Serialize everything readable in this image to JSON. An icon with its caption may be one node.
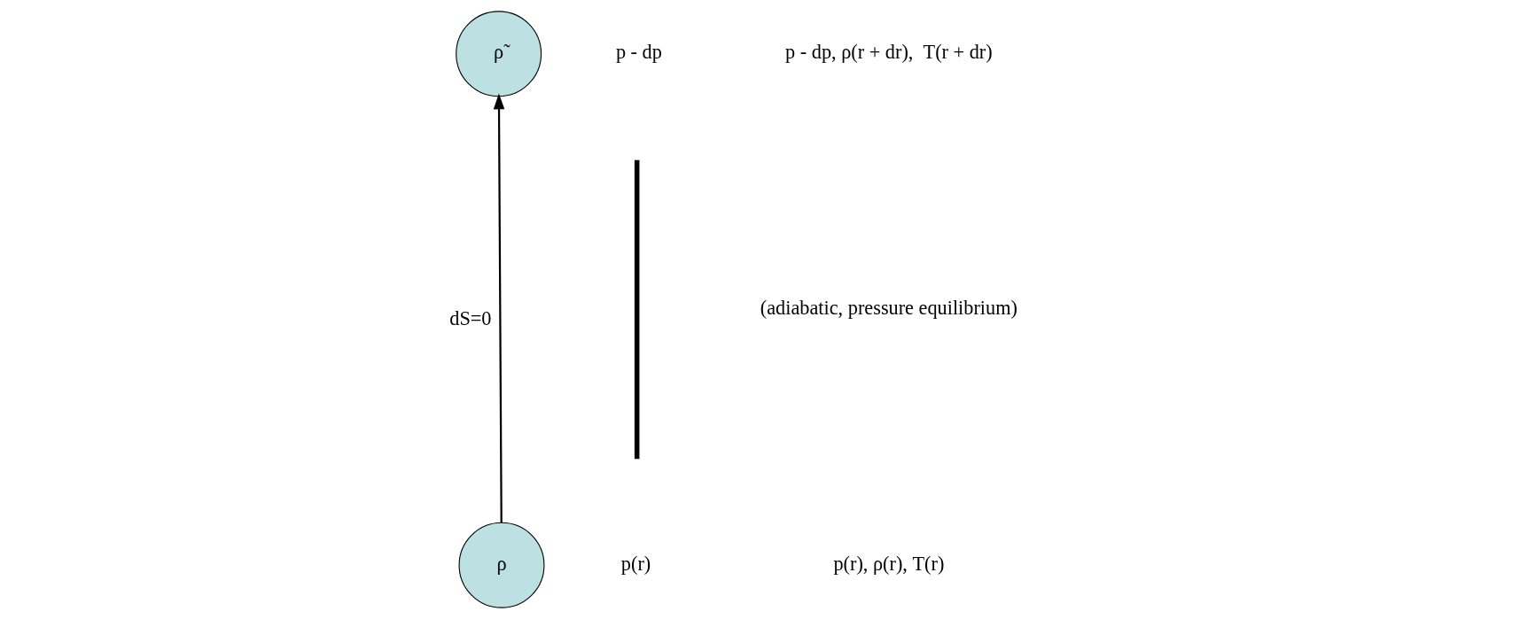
{
  "diagram": {
    "nodes": [
      {
        "text": [
          "ρ̃"
        ],
        "beside": [
          "p - dp"
        ]
      },
      {
        "text": [
          "ρ"
        ],
        "beside": [
          "p(r)"
        ]
      }
    ],
    "edges": [
      {
        "from": 1,
        "to": 0,
        "arrow": "to",
        "label": "dS=0"
      }
    ],
    "labels": [
      "p - dp, ρ(r + dr),  T(r + dr)",
      "(adiabatic, pressure equilibrium)",
      "p(r), ρ(r), T(r)"
    ]
  }
}
